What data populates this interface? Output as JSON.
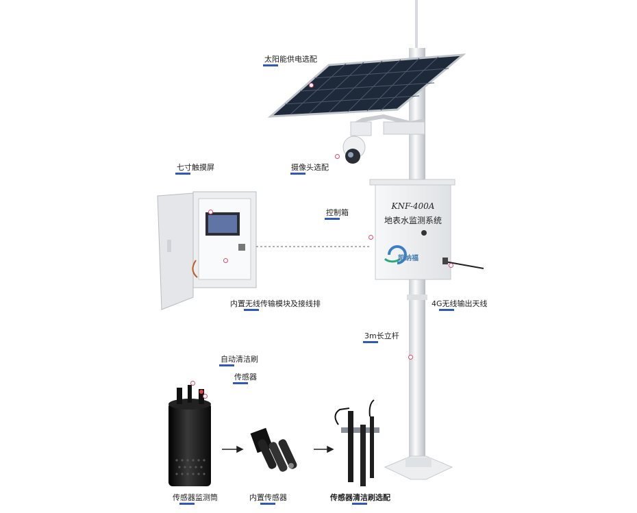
{
  "labels": {
    "solar": "太阳能供电选配",
    "camera": "摄像头选配",
    "touchscreen": "七寸触摸屏",
    "control_box": "控制箱",
    "wireless_module": "内置无线传输模块及接线排",
    "antenna": "4G无线输出天线",
    "pole": "3m长立杆",
    "auto_brush": "自动清洁刷",
    "sensor": "传感器",
    "sensor_tube": "传感器监测筒",
    "builtin_sensor": "内置传感器",
    "brush_option": "传感器清洁刷选配"
  },
  "control_box": {
    "model": "KNF-400A",
    "system_name": "地表水监测系统",
    "logo_text": "凯纳福"
  },
  "colors": {
    "accent_underline": "#2f58b8",
    "callout_dot": "#e0486a",
    "pole": "#e9ecef",
    "panel": "#1e2a3a",
    "tube": "#1a1a1a"
  }
}
